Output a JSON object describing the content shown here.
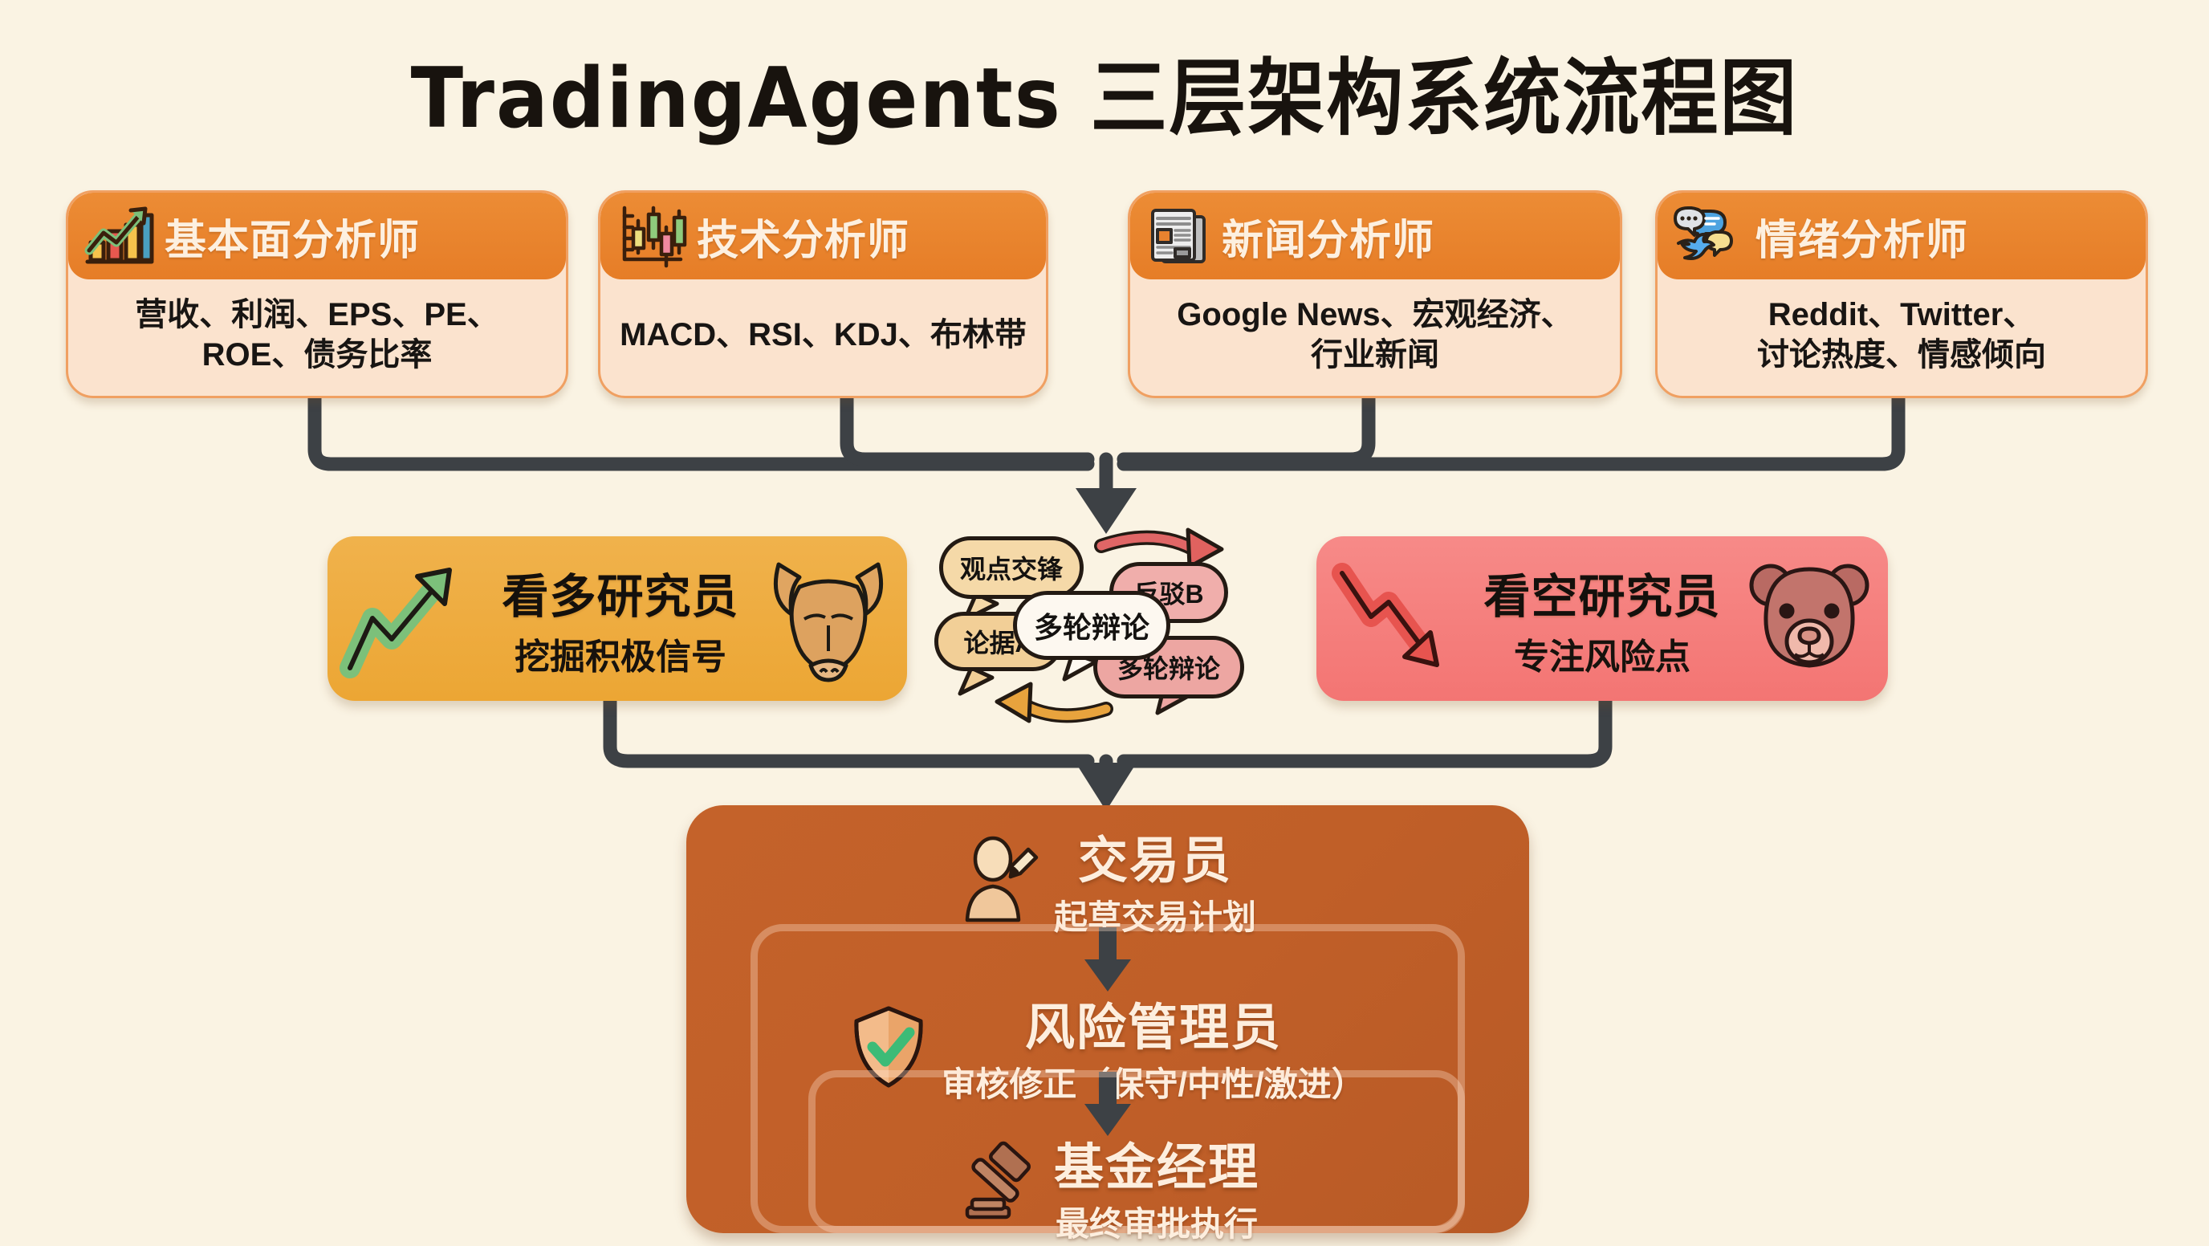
{
  "page": {
    "title": "TradingAgents 三层架构系统流程图",
    "background_color": "#faf3e3"
  },
  "colors": {
    "card_header_orange": "#e8822f",
    "card_body_peach": "#fbe3ce",
    "bull_yellow": "#eeab41",
    "bear_salmon": "#f37f7f",
    "stack_brown": "#c05f28",
    "connector_gray": "#3d4145",
    "bubble_tan": "#f5d9a8",
    "bubble_pink": "#f0aeab",
    "bubble_white": "#fdf8f0"
  },
  "analysts": [
    {
      "icon": "bar-chart-growth-icon",
      "title": "基本面分析师",
      "body": "营收、利润、EPS、PE、\nROE、债务比率"
    },
    {
      "icon": "candlestick-chart-icon",
      "title": "技术分析师",
      "body": "MACD、RSI、KDJ、布林带"
    },
    {
      "icon": "newspaper-icon",
      "title": "新闻分析师",
      "body": "Google News、宏观经济、\n行业新闻"
    },
    {
      "icon": "speech-bubbles-twitter-icon",
      "title": "情绪分析师",
      "body": "Reddit、Twitter、\n讨论热度、情感倾向"
    }
  ],
  "researchers": {
    "bull": {
      "icon_left": "green-up-arrow-icon",
      "icon_right": "bull-head-icon",
      "title": "看多研究员",
      "subtitle": "挖掘积极信号"
    },
    "bear": {
      "icon_left": "red-down-arrow-icon",
      "icon_right": "bear-head-icon",
      "title": "看空研究员",
      "subtitle": "专注风险点"
    }
  },
  "debate": {
    "bubbles": [
      {
        "label": "观点交锋",
        "color": "#f5d9a8",
        "position": "top-left"
      },
      {
        "label": "论据A",
        "color": "#f2cf97",
        "position": "bottom-left"
      },
      {
        "label": "多轮辩论",
        "color": "#fdf8f0",
        "position": "center"
      },
      {
        "label": "反驳B",
        "color": "#f0aeab",
        "position": "top-right"
      },
      {
        "label": "多轮辩论",
        "color": "#eda6a2",
        "position": "bottom-right"
      }
    ],
    "arrows": [
      {
        "name": "debate-arrow-clockwise",
        "color": "#e06666",
        "direction": "right"
      },
      {
        "name": "debate-arrow-counterclockwise",
        "color": "#e8a33d",
        "direction": "left"
      }
    ]
  },
  "execution_stack": [
    {
      "icon": "person-writing-icon",
      "title": "交易员",
      "subtitle": "起草交易计划"
    },
    {
      "icon": "shield-check-icon",
      "title": "风险管理员",
      "subtitle": "审核修正（保守/中性/激进）"
    },
    {
      "icon": "gavel-icon",
      "title": "基金经理",
      "subtitle": "最终审批执行"
    }
  ]
}
